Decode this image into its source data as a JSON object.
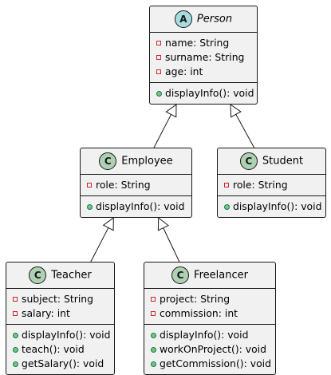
{
  "diagram": {
    "colors": {
      "box_fill": "#f1f1f1",
      "border": "#181818",
      "abstract_badge": "#a9dcdf",
      "class_badge": "#add1b2",
      "private_marker": "#c82930",
      "public_fill": "#84be84",
      "public_border": "#038048"
    },
    "classes": [
      {
        "id": "person",
        "name": "Person",
        "kind": "abstract",
        "badge": "A",
        "attributes": [
          {
            "text": "name: String",
            "visibility": "private"
          },
          {
            "text": "surname: String",
            "visibility": "private"
          },
          {
            "text": "age: int",
            "visibility": "private"
          }
        ],
        "methods": [
          {
            "text": "displayInfo(): void",
            "visibility": "public"
          }
        ]
      },
      {
        "id": "employee",
        "name": "Employee",
        "kind": "class",
        "badge": "C",
        "attributes": [
          {
            "text": "role: String",
            "visibility": "private"
          }
        ],
        "methods": [
          {
            "text": "displayInfo(): void",
            "visibility": "public"
          }
        ]
      },
      {
        "id": "student",
        "name": "Student",
        "kind": "class",
        "badge": "C",
        "attributes": [
          {
            "text": "role: String",
            "visibility": "private"
          }
        ],
        "methods": [
          {
            "text": "displayInfo(): void",
            "visibility": "public"
          }
        ]
      },
      {
        "id": "teacher",
        "name": "Teacher",
        "kind": "class",
        "badge": "C",
        "attributes": [
          {
            "text": "subject: String",
            "visibility": "private"
          },
          {
            "text": "salary: int",
            "visibility": "private"
          }
        ],
        "methods": [
          {
            "text": "displayInfo(): void",
            "visibility": "public"
          },
          {
            "text": "teach(): void",
            "visibility": "public"
          },
          {
            "text": "getSalary(): void",
            "visibility": "public"
          }
        ]
      },
      {
        "id": "freelancer",
        "name": "Freelancer",
        "kind": "class",
        "badge": "C",
        "attributes": [
          {
            "text": "project: String",
            "visibility": "private"
          },
          {
            "text": "commission: int",
            "visibility": "private"
          }
        ],
        "methods": [
          {
            "text": "displayInfo(): void",
            "visibility": "public"
          },
          {
            "text": "workOnProject(): void",
            "visibility": "public"
          },
          {
            "text": "getCommission(): void",
            "visibility": "public"
          }
        ]
      }
    ],
    "relations": [
      {
        "type": "inheritance",
        "from": "employee",
        "to": "person"
      },
      {
        "type": "inheritance",
        "from": "student",
        "to": "person"
      },
      {
        "type": "inheritance",
        "from": "teacher",
        "to": "employee"
      },
      {
        "type": "inheritance",
        "from": "freelancer",
        "to": "employee"
      }
    ]
  }
}
